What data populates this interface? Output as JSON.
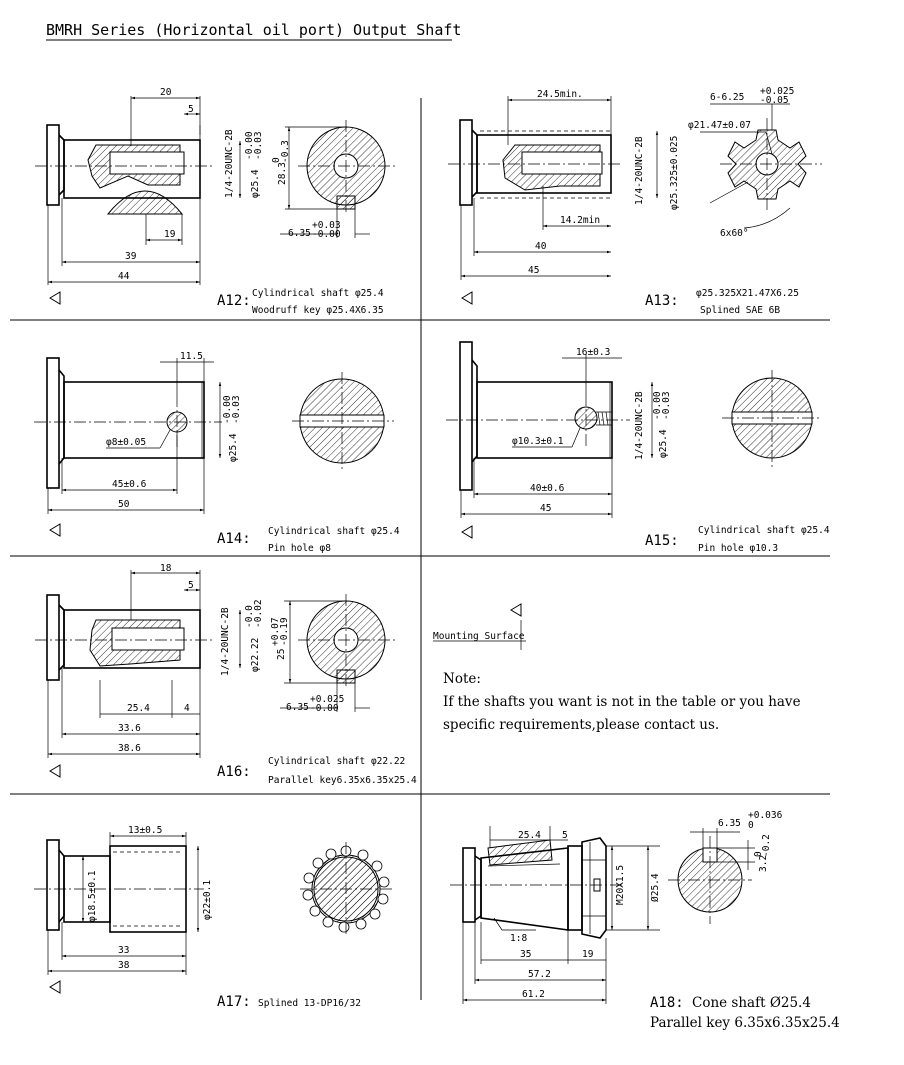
{
  "title": "BMRH Series (Horizontal oil port) Output Shaft",
  "panels": {
    "a12": {
      "dims": {
        "d20": "20",
        "d5": "5",
        "thread": "1/4-20UNC-2B",
        "dia_base": "φ25.4",
        "dia_sup": "-0.00",
        "dia_sub": "-0.03",
        "h_base": "28.3",
        "h_sup": "0",
        "h_sub": "-0.3",
        "d19": "19",
        "d39": "39",
        "d44": "44",
        "key_base": "6.35",
        "key_sup": "+0.03",
        "key_sub": "-0.00"
      },
      "code": "A12:",
      "line1": "Cylindrical shaft φ25.4",
      "line2": "Woodruff key φ25.4X6.35"
    },
    "a13": {
      "dims": {
        "d24": "24.5min.",
        "thread": "1/4-20UNC-2B",
        "dia": "φ25.325±0.025",
        "d14": "14.2min",
        "d40": "40",
        "d45": "45",
        "spline_top_base": "6-6.25",
        "spline_top_sup": "+0.025",
        "spline_top_sub": "-0.05",
        "inner": "φ21.47±0.07",
        "angle": "6x60°"
      },
      "code": "A13:",
      "line1": "φ25.325X21.47X6.25",
      "line2": "Splined SAE 6B"
    },
    "a14": {
      "dims": {
        "d11": "11.5",
        "pin": "φ8±0.05",
        "dia_base": "φ25.4",
        "dia_sup": "-0.00",
        "dia_sub": "-0.03",
        "d45": "45±0.6",
        "d50": "50"
      },
      "code": "A14:",
      "line1": "Cylindrical shaft φ25.4",
      "line2": "Pin hole φ8"
    },
    "a15": {
      "dims": {
        "d16": "16±0.3",
        "pin": "φ10.3±0.1",
        "thread": "1/4-20UNC-2B",
        "dia_base": "φ25.4",
        "dia_sup": "-0.00",
        "dia_sub": "-0.03",
        "d40": "40±0.6",
        "d45": "45"
      },
      "code": "A15:",
      "line1": "Cylindrical shaft φ25.4",
      "line2": "Pin hole φ10.3"
    },
    "a16": {
      "dims": {
        "d18": "18",
        "d5": "5",
        "thread": "1/4-20UNC-2B",
        "dia_base": "φ22.22",
        "dia_sup": "-0.0",
        "dia_sub": "-0.02",
        "h_base": "25",
        "h_sup": "+0.07",
        "h_sub": "-0.19",
        "d25": "25.4",
        "d4": "4",
        "d33": "33.6",
        "d38": "38.6",
        "key_base": "6.35",
        "key_sup": "+0.025",
        "key_sub": "-0.00"
      },
      "code": "A16:",
      "line1": "Cylindrical shaft φ22.22",
      "line2": "Parallel key6.35x6.35x25.4"
    },
    "mount": {
      "label": "Mounting Surface"
    },
    "note": {
      "title": "Note:",
      "line1": "If the shafts you want is not in the table or you have",
      "line2": "specific requirements,please contact us."
    },
    "a17": {
      "dims": {
        "d13": "13±0.5",
        "d18": "φ18.5±0.1",
        "d22": "φ22±0.1",
        "d33": "33",
        "d38": "38"
      },
      "code": "A17:",
      "line1": "Splined 13-DP16/32"
    },
    "a18": {
      "dims": {
        "d25": "25.4",
        "d5": "5",
        "m20": "M20X1.5",
        "dia": "Ø25.4",
        "taper": "1:8",
        "d35": "35",
        "d19": "19",
        "d57": "57.2",
        "d61": "61.2",
        "key_base": "6.35",
        "key_sup": "+0.036",
        "key_sub": "0",
        "h_base": "3.2",
        "h_sup": "0",
        "h_sub": "-0.2"
      },
      "code": "A18:",
      "line1": "Cone shaft Ø25.4",
      "line2": "Parallel key 6.35x6.35x25.4"
    }
  }
}
